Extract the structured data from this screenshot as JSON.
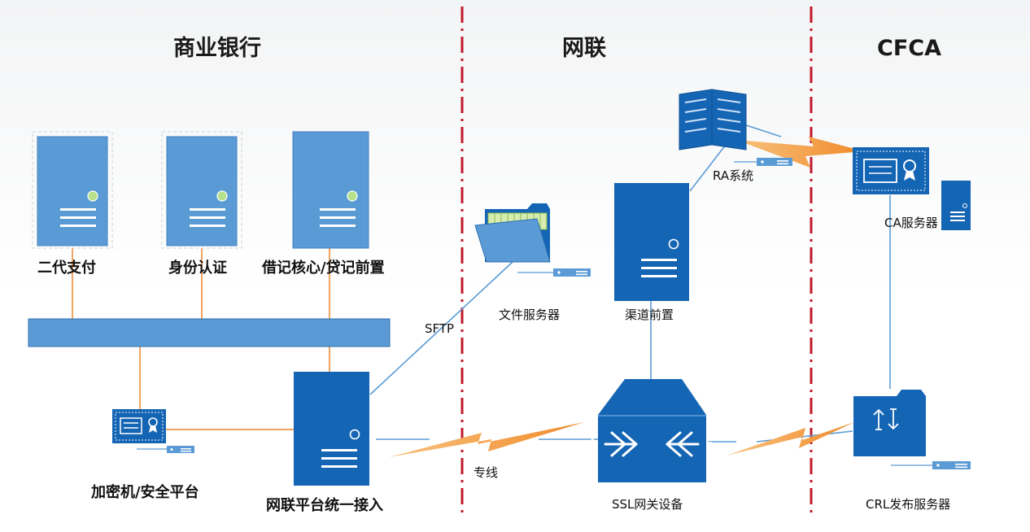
{
  "sections": {
    "bank": "商业银行",
    "unionpay": "网联",
    "cfca": "CFCA"
  },
  "nodes": {
    "second_gen_payment": "二代支付",
    "identity_auth": "身份认证",
    "debit_credit_front": "借记核心/贷记前置",
    "encryptor_platform": "加密机/安全平台",
    "unionpay_access": "网联平台统一接入",
    "file_server": "文件服务器",
    "channel_front": "渠道前置",
    "ssl_gateway": "SSL网关设备",
    "ra_system": "RA系统",
    "ca_server": "CA服务器",
    "crl_server": "CRL发布服务器"
  },
  "links": {
    "sftp": "SFTP",
    "dedicated_line": "专线"
  },
  "colors": {
    "server_light": "#5b9bd5",
    "server_dark": "#1565b5",
    "orange_line": "#f4a460",
    "blue_line": "#5b9bd5",
    "divider_red": "#c0182a",
    "lightning": "#f5a04a"
  }
}
